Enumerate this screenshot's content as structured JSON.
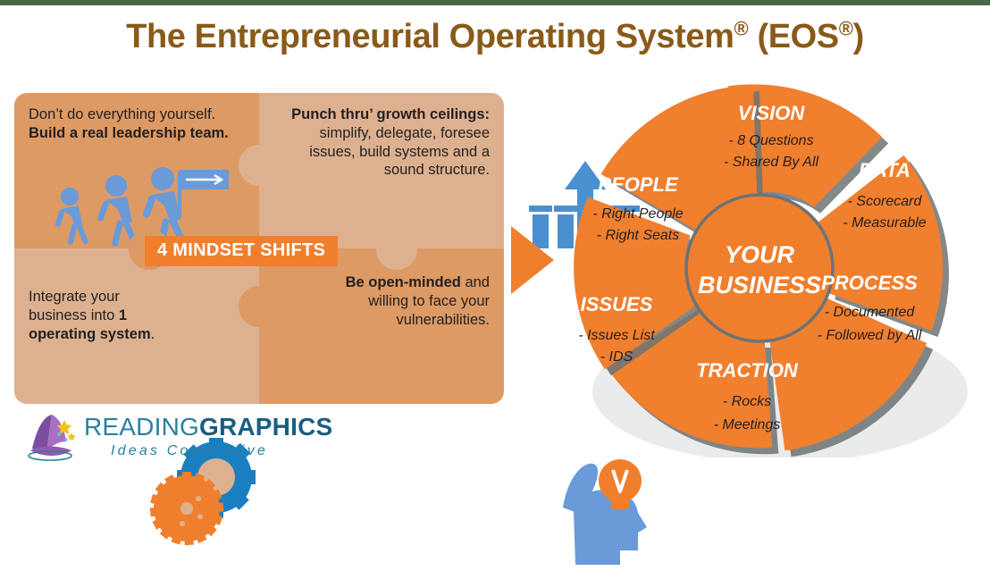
{
  "theme": {
    "green_rule": "#47694a",
    "title_brown": "#8a5a19",
    "orange": "#f07f2d",
    "puzzle_dark": "#dd9a64",
    "puzzle_light": "#ddb190",
    "blue": "#6a9bd8",
    "gear_blue": "#1a7fc1",
    "shadow_gray": "#6d7275",
    "text_dark": "#231f20",
    "logo_teal": "#2c7f9e",
    "logo_teal_dark": "#1a5d80"
  },
  "header": {
    "title_main": "The Entrepreneurial Operating System",
    "title_reg1": "®",
    "title_mid": " (EOS",
    "title_reg2": "®",
    "title_end": ")"
  },
  "mindset": {
    "banner_label": "4 MINDSET SHIFTS",
    "quadrants": [
      {
        "id": "leadership-team",
        "lead": "Don’t do everything yourself. ",
        "bold": "Build a real leadership team.",
        "icon": "walking-people-icon"
      },
      {
        "id": "growth-ceilings",
        "bold": "Punch thru’ growth ceilings:",
        "lead": " simplify, delegate, foresee issues, build systems and a sound structure.",
        "icon": "bar-chart-growth-icon"
      },
      {
        "id": "one-operating-system",
        "lead": "Integrate your business into ",
        "bold": "1 operating system",
        "tail": ".",
        "icon": "gears-icon"
      },
      {
        "id": "open-minded",
        "bold": "Be open-minded",
        "lead": " and willing to face your vulnerabilities.",
        "icon": "head-lightbulb-icon"
      }
    ]
  },
  "wheel": {
    "hub_line1": "YOUR",
    "hub_line2": "BUSINESS",
    "segments": [
      {
        "id": "vision",
        "title": "VISION",
        "items": [
          "- 8 Questions",
          "- Shared By All"
        ]
      },
      {
        "id": "data",
        "title": "DATA",
        "items": [
          "- Scorecard",
          "- Measurable"
        ]
      },
      {
        "id": "process",
        "title": "PROCESS",
        "items": [
          "- Documented",
          "- Followed by All"
        ]
      },
      {
        "id": "traction",
        "title": "TRACTION",
        "items": [
          "- Rocks",
          "- Meetings"
        ]
      },
      {
        "id": "issues",
        "title": "ISSUES",
        "items": [
          "- Issues List",
          "- IDS"
        ]
      },
      {
        "id": "people",
        "title": "PEOPLE",
        "items": [
          "- Right People",
          "- Right Seats"
        ]
      }
    ]
  },
  "logo": {
    "word_light": "READING",
    "word_bold": "GRAPHICS",
    "tagline": "Ideas Come Alive"
  }
}
